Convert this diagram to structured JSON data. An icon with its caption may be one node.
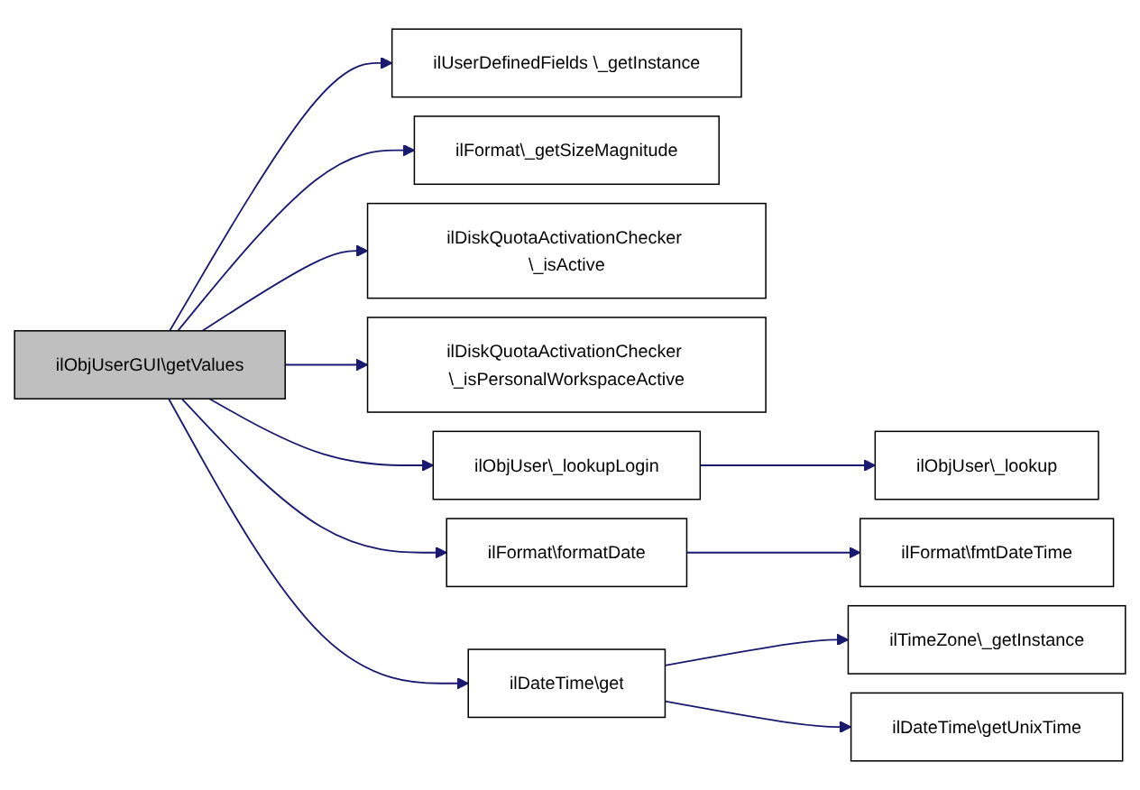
{
  "diagram": {
    "nodes": [
      {
        "text": [
          "ilObjUserGUI\\getValues"
        ]
      },
      {
        "text": [
          "ilUserDefinedFields \\_getInstance"
        ]
      },
      {
        "text": [
          "ilFormat\\_getSizeMagnitude"
        ]
      },
      {
        "text": [
          "ilDiskQuotaActivationChecker \\_isActive"
        ]
      },
      {
        "text": [
          "ilDiskQuotaActivationChecker \\_isPersonalWorkspaceActive"
        ]
      },
      {
        "text": [
          "ilObjUser\\_lookupLogin"
        ]
      },
      {
        "text": [
          "ilFormat\\formatDate"
        ]
      },
      {
        "text": [
          "ilDateTime\\get"
        ]
      },
      {
        "text": [
          "ilObjUser\\_lookup"
        ]
      },
      {
        "text": [
          "ilFormat\\fmtDateTime"
        ]
      },
      {
        "text": [
          "ilTimeZone\\_getInstance"
        ]
      },
      {
        "text": [
          "ilDateTime\\getUnixTime"
        ]
      }
    ],
    "edges": [
      {
        "from": 0,
        "to": 1,
        "arrow": "to"
      },
      {
        "from": 0,
        "to": 2,
        "arrow": "to"
      },
      {
        "from": 0,
        "to": 3,
        "arrow": "to"
      },
      {
        "from": 0,
        "to": 4,
        "arrow": "to"
      },
      {
        "from": 0,
        "to": 5,
        "arrow": "to"
      },
      {
        "from": 0,
        "to": 6,
        "arrow": "to"
      },
      {
        "from": 0,
        "to": 7,
        "arrow": "to"
      },
      {
        "from": 5,
        "to": 8,
        "arrow": "to"
      },
      {
        "from": 6,
        "to": 9,
        "arrow": "to"
      },
      {
        "from": 7,
        "to": 10,
        "arrow": "to"
      },
      {
        "from": 7,
        "to": 11,
        "arrow": "to"
      }
    ]
  }
}
